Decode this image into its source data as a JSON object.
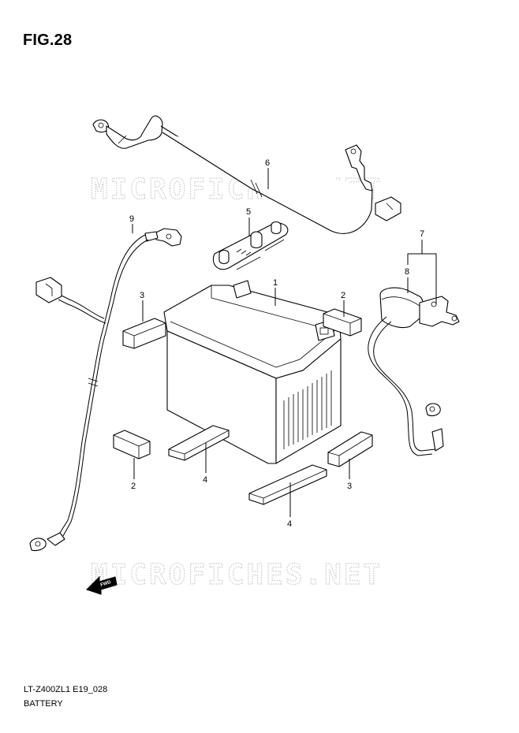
{
  "figure": {
    "title": "FIG.28",
    "model_code": "LT-Z400ZL1 E19_028",
    "caption": "BATTERY"
  },
  "watermark": "MICROFICHES.NET",
  "direction_badge": "FWD",
  "callouts": [
    "1",
    "2",
    "2",
    "3",
    "3",
    "4",
    "4",
    "5",
    "6",
    "7",
    "8",
    "9"
  ]
}
